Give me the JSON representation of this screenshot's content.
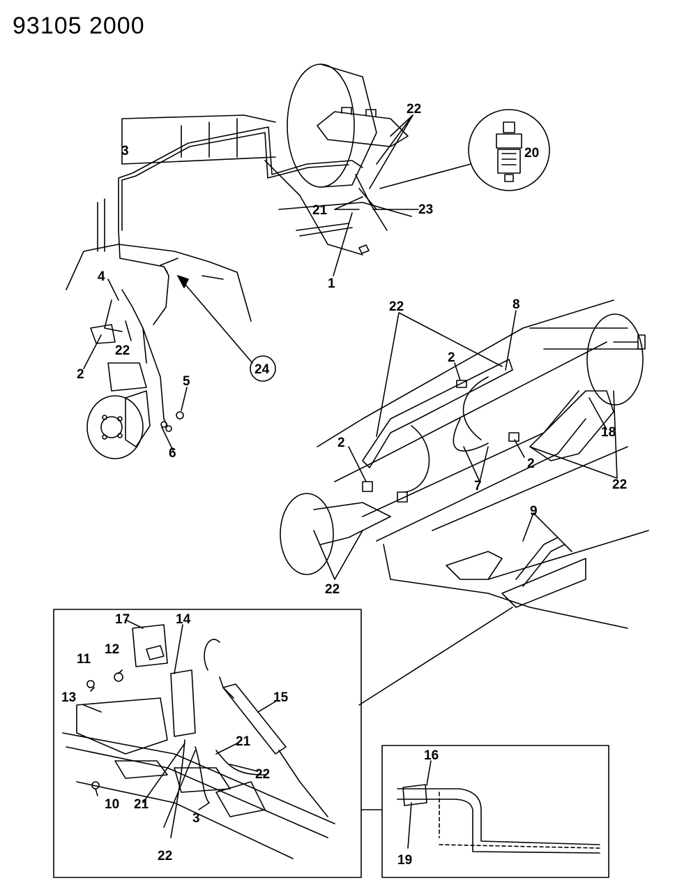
{
  "header": {
    "code": "93105  2000"
  },
  "callouts": {
    "front": {
      "c1": "1",
      "c3": "3",
      "c4": "4",
      "c2": "2",
      "c5": "5",
      "c6": "6",
      "c20": "20",
      "c21": "21",
      "c22a": "22",
      "c22b": "22",
      "c23": "23",
      "c24": "24"
    },
    "rear": {
      "c22top": "22",
      "c8": "8",
      "c2a": "2",
      "c2b": "2",
      "c2c": "2",
      "c7": "7",
      "c18": "18",
      "c22right": "22",
      "c9": "9",
      "c22bottom": "22"
    },
    "inset_detail": {
      "c17": "17",
      "c14": "14",
      "c12": "12",
      "c11": "11",
      "c13": "13",
      "c15": "15",
      "c21a": "21",
      "c21b": "21",
      "c22a": "22",
      "c22b": "22",
      "c10": "10",
      "c3": "3"
    },
    "inset_clip": {
      "c16": "16",
      "c19": "19"
    }
  }
}
